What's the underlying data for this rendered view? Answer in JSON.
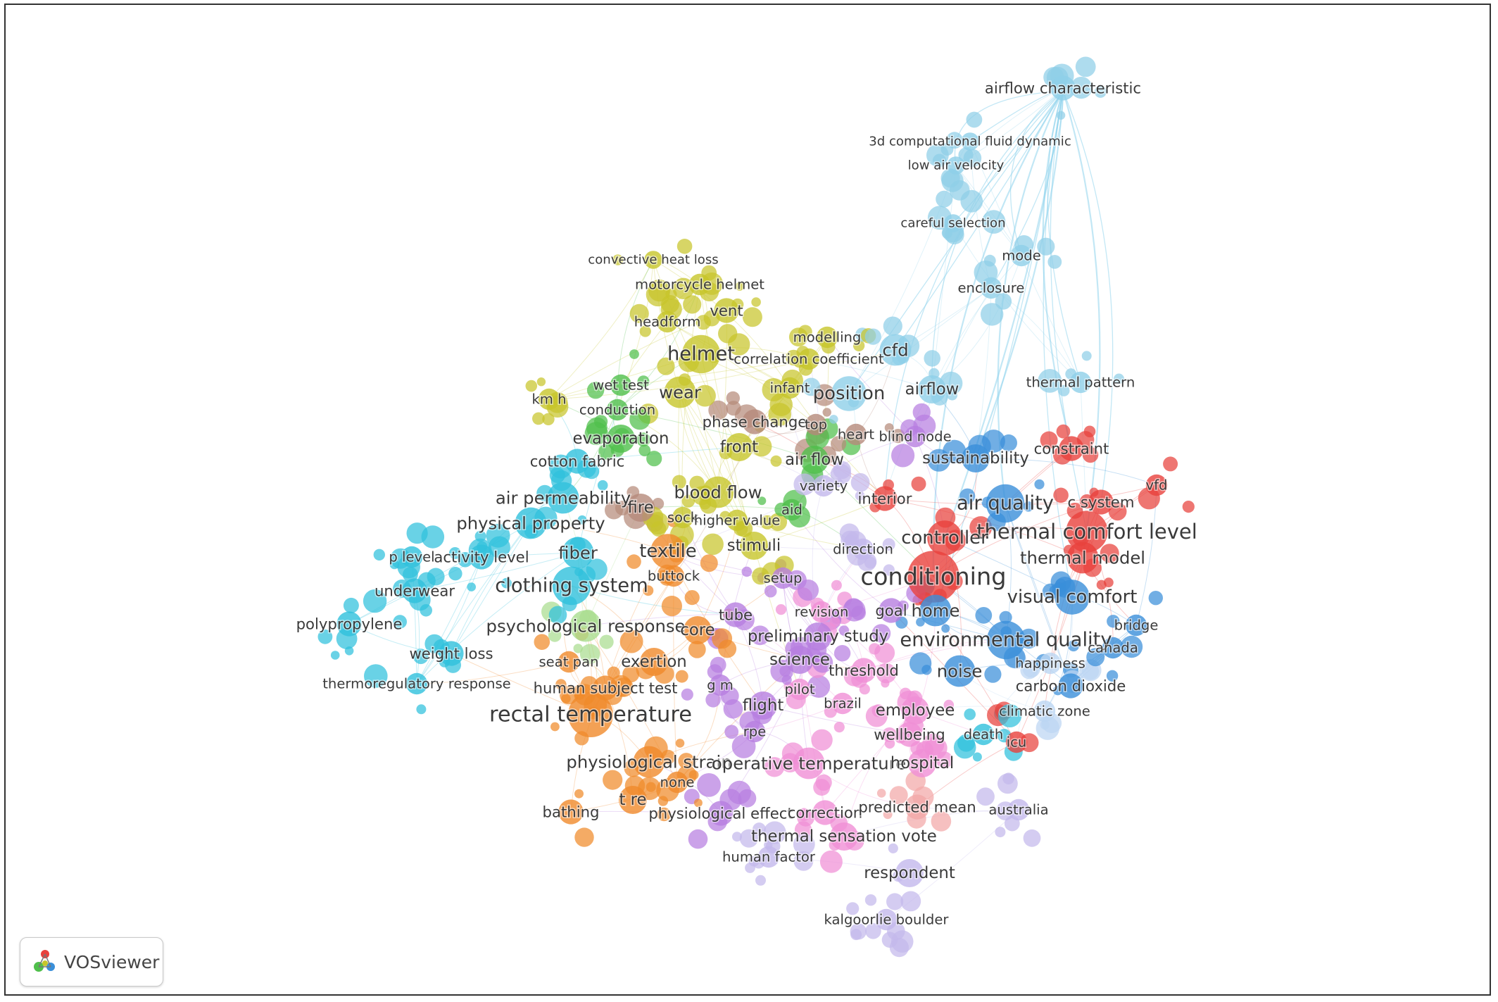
{
  "app": {
    "badge_label": "VOSviewer",
    "badge_icon": "vosviewer-logo-icon"
  },
  "clusters": {
    "red": "#e8413c",
    "blue": "#3a8fd9",
    "light_blue": "#8fcfe8",
    "cyan": "#2fc0dc",
    "yellow": "#c7c52b",
    "green": "#4fbf4b",
    "orange": "#f08a2a",
    "purple": "#b77ee0",
    "brown": "#b58a7a",
    "pink": "#f08fd6",
    "lavender": "#c3b8ec",
    "light_green": "#a9dd8f",
    "pale_red": "#f3a8a8",
    "pale_blue": "#bcd6f2"
  },
  "network": {
    "nodes": [
      {
        "id": "airflow characteristic",
        "label": "airflow characteristic",
        "cluster": "light_blue",
        "weight": 4
      },
      {
        "id": "3d computational fluid dynamic",
        "label": "3d computational fluid dynamic",
        "cluster": "light_blue",
        "weight": 2
      },
      {
        "id": "low air velocity",
        "label": "low air velocity",
        "cluster": "light_blue",
        "weight": 2
      },
      {
        "id": "careful selection",
        "label": "careful selection",
        "cluster": "light_blue",
        "weight": 2
      },
      {
        "id": "mode",
        "label": "mode",
        "cluster": "light_blue",
        "weight": 3
      },
      {
        "id": "enclosure",
        "label": "enclosure",
        "cluster": "light_blue",
        "weight": 3
      },
      {
        "id": "thermal pattern",
        "label": "thermal pattern",
        "cluster": "light_blue",
        "weight": 3
      },
      {
        "id": "cfd",
        "label": "cfd",
        "cluster": "light_blue",
        "weight": 6
      },
      {
        "id": "airflow",
        "label": "airflow",
        "cluster": "light_blue",
        "weight": 5
      },
      {
        "id": "position",
        "label": "position",
        "cluster": "light_blue",
        "weight": 7
      },
      {
        "id": "convective heat loss",
        "label": "convective heat loss",
        "cluster": "yellow",
        "weight": 2
      },
      {
        "id": "motorcycle helmet",
        "label": "motorcycle helmet",
        "cluster": "yellow",
        "weight": 3
      },
      {
        "id": "vent",
        "label": "vent",
        "cluster": "yellow",
        "weight": 4
      },
      {
        "id": "headform",
        "label": "headform",
        "cluster": "yellow",
        "weight": 3
      },
      {
        "id": "helmet",
        "label": "helmet",
        "cluster": "yellow",
        "weight": 8
      },
      {
        "id": "modelling",
        "label": "modelling",
        "cluster": "yellow",
        "weight": 3
      },
      {
        "id": "correlation coefficient",
        "label": "correlation coefficient",
        "cluster": "yellow",
        "weight": 3
      },
      {
        "id": "infant",
        "label": "infant",
        "cluster": "yellow",
        "weight": 3
      },
      {
        "id": "wear",
        "label": "wear",
        "cluster": "yellow",
        "weight": 6
      },
      {
        "id": "wet test",
        "label": "wet test",
        "cluster": "green",
        "weight": 3
      },
      {
        "id": "km h",
        "label": "km h",
        "cluster": "yellow",
        "weight": 3
      },
      {
        "id": "conduction",
        "label": "conduction",
        "cluster": "green",
        "weight": 3
      },
      {
        "id": "phase change",
        "label": "phase change",
        "cluster": "brown",
        "weight": 4
      },
      {
        "id": "top",
        "label": "top",
        "cluster": "brown",
        "weight": 3
      },
      {
        "id": "heart",
        "label": "heart",
        "cluster": "brown",
        "weight": 3
      },
      {
        "id": "blind node",
        "label": "blind node",
        "cluster": "purple",
        "weight": 3
      },
      {
        "id": "evaporation",
        "label": "evaporation",
        "cluster": "green",
        "weight": 5
      },
      {
        "id": "front",
        "label": "front",
        "cluster": "yellow",
        "weight": 5
      },
      {
        "id": "air flow",
        "label": "air flow",
        "cluster": "green",
        "weight": 5
      },
      {
        "id": "sustainability",
        "label": "sustainability",
        "cluster": "blue",
        "weight": 5
      },
      {
        "id": "constraint",
        "label": "constraint",
        "cluster": "red",
        "weight": 4
      },
      {
        "id": "vfd",
        "label": "vfd",
        "cluster": "red",
        "weight": 3
      },
      {
        "id": "cotton fabric",
        "label": "cotton fabric",
        "cluster": "cyan",
        "weight": 4
      },
      {
        "id": "variety",
        "label": "variety",
        "cluster": "lavender",
        "weight": 3
      },
      {
        "id": "air permeability",
        "label": "air permeability",
        "cluster": "cyan",
        "weight": 6
      },
      {
        "id": "fire",
        "label": "fire",
        "cluster": "brown",
        "weight": 5
      },
      {
        "id": "blood flow",
        "label": "blood flow",
        "cluster": "yellow",
        "weight": 6
      },
      {
        "id": "aid",
        "label": "aid",
        "cluster": "green",
        "weight": 3
      },
      {
        "id": "interior",
        "label": "interior",
        "cluster": "red",
        "weight": 4
      },
      {
        "id": "air quality",
        "label": "air quality",
        "cluster": "blue",
        "weight": 8
      },
      {
        "id": "c system",
        "label": "c system",
        "cluster": "red",
        "weight": 4
      },
      {
        "id": "sock",
        "label": "sock",
        "cluster": "yellow",
        "weight": 3
      },
      {
        "id": "higher value",
        "label": "higher value",
        "cluster": "yellow",
        "weight": 3
      },
      {
        "id": "physical property",
        "label": "physical property",
        "cluster": "cyan",
        "weight": 6
      },
      {
        "id": "thermal comfort level",
        "label": "thermal comfort level",
        "cluster": "red",
        "weight": 9
      },
      {
        "id": "controller",
        "label": "controller",
        "cluster": "red",
        "weight": 7
      },
      {
        "id": "p level",
        "label": "p level",
        "cluster": "cyan",
        "weight": 3
      },
      {
        "id": "activity level",
        "label": "activity level",
        "cluster": "cyan",
        "weight": 4
      },
      {
        "id": "fiber",
        "label": "fiber",
        "cluster": "cyan",
        "weight": 6
      },
      {
        "id": "textile",
        "label": "textile",
        "cluster": "orange",
        "weight": 7
      },
      {
        "id": "stimuli",
        "label": "stimuli",
        "cluster": "yellow",
        "weight": 5
      },
      {
        "id": "direction",
        "label": "direction",
        "cluster": "lavender",
        "weight": 3
      },
      {
        "id": "thermal model",
        "label": "thermal model",
        "cluster": "red",
        "weight": 6
      },
      {
        "id": "conditioning",
        "label": "conditioning",
        "cluster": "red",
        "weight": 12
      },
      {
        "id": "buttock",
        "label": "buttock",
        "cluster": "orange",
        "weight": 3
      },
      {
        "id": "setup",
        "label": "setup",
        "cluster": "purple",
        "weight": 3
      },
      {
        "id": "clothing system",
        "label": "clothing system",
        "cluster": "cyan",
        "weight": 8
      },
      {
        "id": "underwear",
        "label": "underwear",
        "cluster": "cyan",
        "weight": 4
      },
      {
        "id": "visual comfort",
        "label": "visual comfort",
        "cluster": "blue",
        "weight": 7
      },
      {
        "id": "revision",
        "label": "revision",
        "cluster": "pink",
        "weight": 3
      },
      {
        "id": "goal",
        "label": "goal",
        "cluster": "purple",
        "weight": 4
      },
      {
        "id": "home",
        "label": "home",
        "cluster": "blue",
        "weight": 6
      },
      {
        "id": "tube",
        "label": "tube",
        "cluster": "purple",
        "weight": 4
      },
      {
        "id": "bridge",
        "label": "bridge",
        "cluster": "blue",
        "weight": 3
      },
      {
        "id": "polypropylene",
        "label": "polypropylene",
        "cluster": "cyan",
        "weight": 4
      },
      {
        "id": "psychological response",
        "label": "psychological response",
        "cluster": "light_green",
        "weight": 6
      },
      {
        "id": "core",
        "label": "core",
        "cluster": "orange",
        "weight": 5
      },
      {
        "id": "preliminary study",
        "label": "preliminary study",
        "cluster": "purple",
        "weight": 5
      },
      {
        "id": "environmental quality",
        "label": "environmental quality",
        "cluster": "blue",
        "weight": 8
      },
      {
        "id": "canada",
        "label": "canada",
        "cluster": "blue",
        "weight": 3
      },
      {
        "id": "weight loss",
        "label": "weight loss",
        "cluster": "cyan",
        "weight": 4
      },
      {
        "id": "seat pan",
        "label": "seat pan",
        "cluster": "orange",
        "weight": 3
      },
      {
        "id": "exertion",
        "label": "exertion",
        "cluster": "orange",
        "weight": 5
      },
      {
        "id": "science",
        "label": "science",
        "cluster": "purple",
        "weight": 5
      },
      {
        "id": "threshold",
        "label": "threshold",
        "cluster": "pink",
        "weight": 4
      },
      {
        "id": "noise",
        "label": "noise",
        "cluster": "blue",
        "weight": 6
      },
      {
        "id": "happiness",
        "label": "happiness",
        "cluster": "pale_blue",
        "weight": 3
      },
      {
        "id": "thermoregulatory response",
        "label": "thermoregulatory response",
        "cluster": "cyan",
        "weight": 3
      },
      {
        "id": "human subject test",
        "label": "human subject test",
        "cluster": "orange",
        "weight": 4
      },
      {
        "id": "g m",
        "label": "g m",
        "cluster": "purple",
        "weight": 3
      },
      {
        "id": "pilot",
        "label": "pilot",
        "cluster": "pink",
        "weight": 3
      },
      {
        "id": "carbon dioxide",
        "label": "carbon dioxide",
        "cluster": "blue",
        "weight": 4
      },
      {
        "id": "rectal temperature",
        "label": "rectal temperature",
        "cluster": "orange",
        "weight": 10
      },
      {
        "id": "flight",
        "label": "flight",
        "cluster": "purple",
        "weight": 5
      },
      {
        "id": "brazil",
        "label": "brazil",
        "cluster": "pink",
        "weight": 3
      },
      {
        "id": "employee",
        "label": "employee",
        "cluster": "pink",
        "weight": 5
      },
      {
        "id": "climatic zone",
        "label": "climatic zone",
        "cluster": "pale_blue",
        "weight": 3
      },
      {
        "id": "death",
        "label": "death",
        "cluster": "cyan",
        "weight": 3
      },
      {
        "id": "icu",
        "label": "icu",
        "cluster": "red",
        "weight": 3
      },
      {
        "id": "rpe",
        "label": "rpe",
        "cluster": "purple",
        "weight": 3
      },
      {
        "id": "wellbeing",
        "label": "wellbeing",
        "cluster": "pink",
        "weight": 4
      },
      {
        "id": "physiological strain",
        "label": "physiological strain",
        "cluster": "orange",
        "weight": 6
      },
      {
        "id": "operative temperature",
        "label": "operative temperature",
        "cluster": "pink",
        "weight": 6
      },
      {
        "id": "hospital",
        "label": "hospital",
        "cluster": "pink",
        "weight": 5
      },
      {
        "id": "none",
        "label": "none",
        "cluster": "orange",
        "weight": 3
      },
      {
        "id": "t re",
        "label": "t re",
        "cluster": "orange",
        "weight": 5
      },
      {
        "id": "bathing",
        "label": "bathing",
        "cluster": "orange",
        "weight": 4
      },
      {
        "id": "physiological effect",
        "label": "physiological effect",
        "cluster": "purple",
        "weight": 4
      },
      {
        "id": "correction",
        "label": "correction",
        "cluster": "pink",
        "weight": 4
      },
      {
        "id": "predicted mean",
        "label": "predicted mean",
        "cluster": "pale_red",
        "weight": 4
      },
      {
        "id": "australia",
        "label": "australia",
        "cluster": "lavender",
        "weight": 3
      },
      {
        "id": "thermal sensation vote",
        "label": "thermal sensation vote",
        "cluster": "pink",
        "weight": 5
      },
      {
        "id": "human factor",
        "label": "human factor",
        "cluster": "lavender",
        "weight": 3
      },
      {
        "id": "respondent",
        "label": "respondent",
        "cluster": "lavender",
        "weight": 5
      },
      {
        "id": "kalgoorlie boulder",
        "label": "kalgoorlie boulder",
        "cluster": "lavender",
        "weight": 3
      }
    ]
  }
}
